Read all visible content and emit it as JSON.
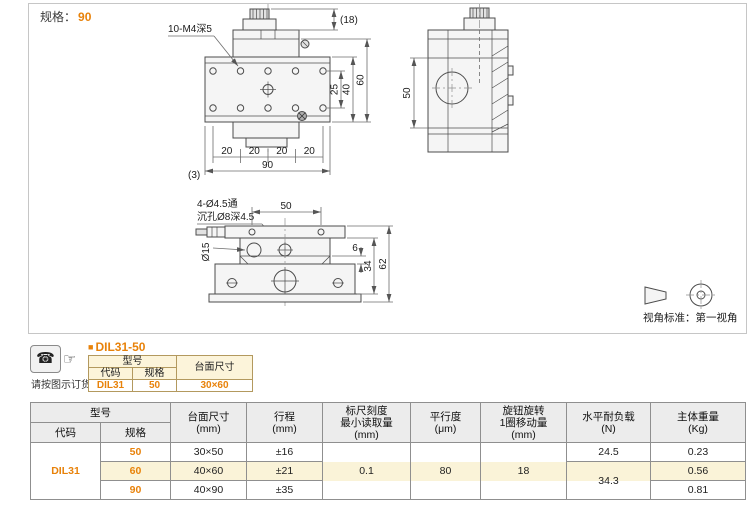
{
  "colors": {
    "accent": "#e8820a",
    "band": "#faf3d8",
    "header_bg": "#ececec",
    "header_cream": "#fcf4da"
  },
  "spec_note": {
    "label": "规格：",
    "value": "90"
  },
  "icons": {
    "phone": "☎",
    "hand": "☞"
  },
  "order_note": "请按图示订货",
  "drawings": {
    "view1": {
      "hole_label": "10-M4深5",
      "dim_18": "(18)",
      "dim_25": "25",
      "dim_40": "40",
      "dim_60": "60",
      "dim_20_1": "20",
      "dim_20_2": "20",
      "dim_20_3": "20",
      "dim_20_4": "20",
      "dim_90": "90",
      "dim_3": "(3)"
    },
    "view2": {
      "dim_50": "50"
    },
    "view3": {
      "hole_label_1": "4-Ø4.5通",
      "hole_label_2": "沉孔Ø8深4.5",
      "dim_50": "50",
      "dim_15": "Ø15",
      "dim_6": "6",
      "dim_34": "34",
      "dim_62": "62"
    },
    "projection_label": "视角标准：第一视角"
  },
  "mini_table": {
    "bullet": "■",
    "title": "DIL31-50",
    "h_model": "型号",
    "h_code": "代码",
    "h_spec": "规格",
    "h_size": "台面尺寸",
    "code": "DIL31",
    "spec": "50",
    "size": "30×60"
  },
  "spec_table": {
    "h_model": "型号",
    "h_code": "代码",
    "h_spec": "规格",
    "h_size": "台面尺寸\n(mm)",
    "h_travel": "行程\n(mm)",
    "h_scale": "标尺刻度\n最小读取量\n(mm)",
    "h_parallel": "平行度\n(μm)",
    "h_knob": "旋钮旋转\n1圈移动量\n(mm)",
    "h_load": "水平耐负载\n(N)",
    "h_weight": "主体重量\n(Kg)",
    "code": "DIL31",
    "scale": "0.1",
    "parallelism": "80",
    "knob_move": "18",
    "rows": [
      {
        "spec": "50",
        "size": "30×50",
        "travel": "±16",
        "load": "24.5",
        "weight": "0.23"
      },
      {
        "spec": "60",
        "size": "40×60",
        "travel": "±21",
        "load": "34.3",
        "weight": "0.56"
      },
      {
        "spec": "90",
        "size": "40×90",
        "travel": "±35",
        "weight": "0.81"
      }
    ]
  }
}
